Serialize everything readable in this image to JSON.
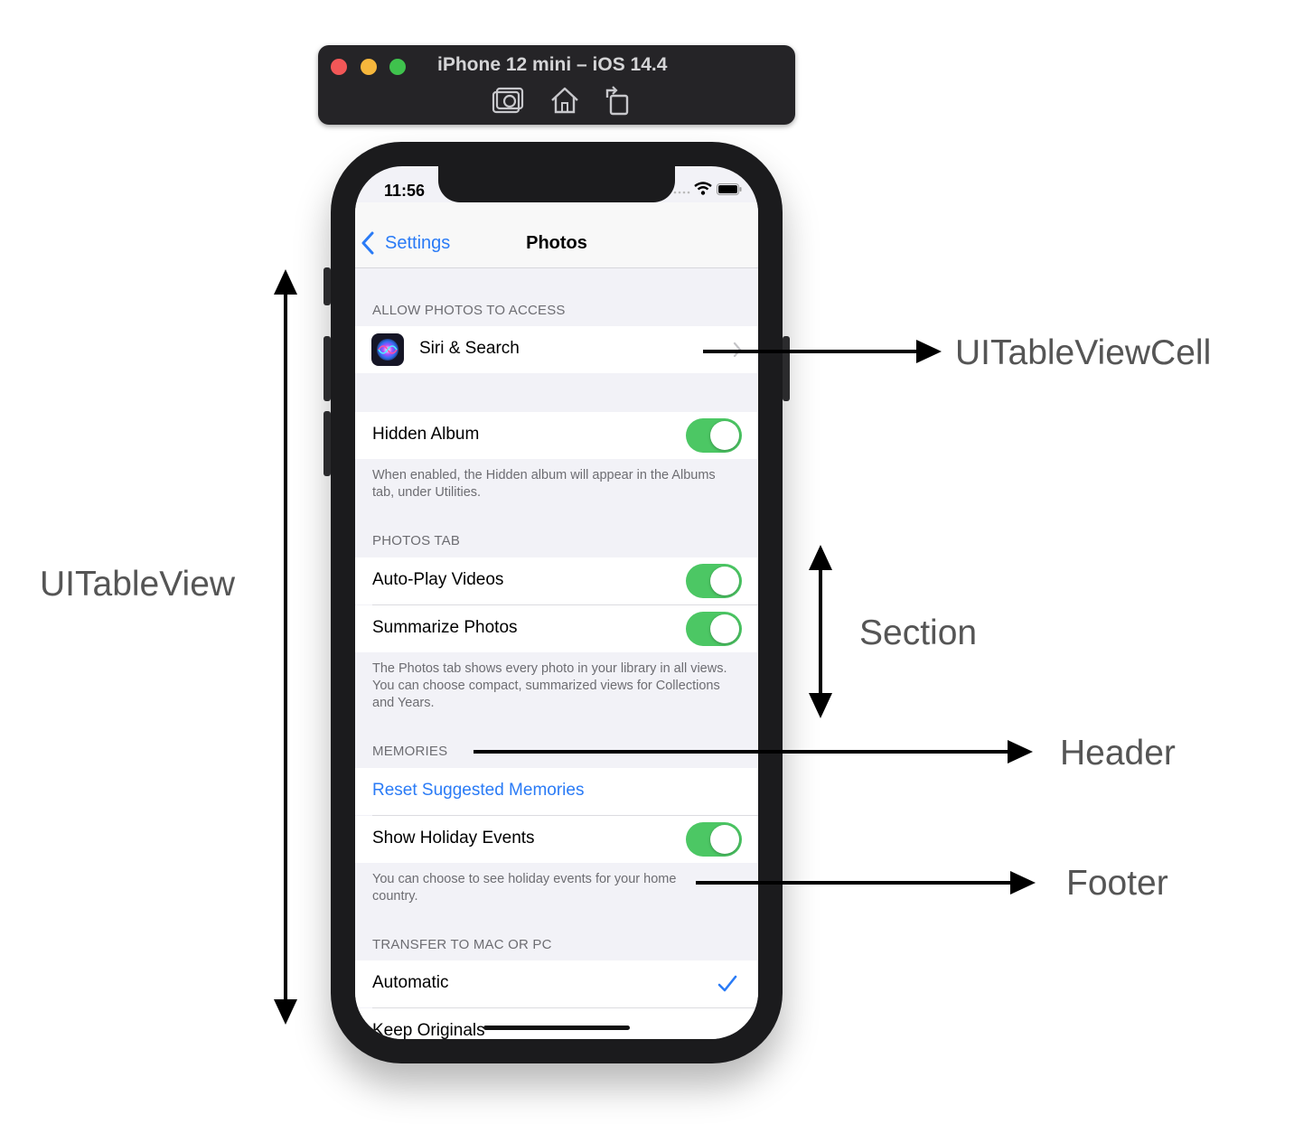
{
  "window": {
    "title": "iPhone 12 mini – iOS 14.4",
    "lights": [
      "#f25757",
      "#f6b73c",
      "#3fc24d"
    ],
    "icons": [
      "screenshot-icon",
      "home-icon",
      "rotate-icon"
    ]
  },
  "status": {
    "time": "11:56"
  },
  "nav": {
    "back_label": "Settings",
    "title": "Photos"
  },
  "accent": "#2a7bf6",
  "toggle_color": "#4cc764",
  "sections": {
    "access_header": "ALLOW PHOTOS TO ACCESS",
    "siri_label": "Siri & Search",
    "hidden_album_label": "Hidden Album",
    "hidden_footer": "When enabled, the Hidden album will appear in the Albums tab, under Utilities.",
    "photos_tab_header": "PHOTOS TAB",
    "autoplay_label": "Auto-Play Videos",
    "summarize_label": "Summarize Photos",
    "photos_tab_footer": "The Photos tab shows every photo in your library in all views. You can choose compact, summarized views for Collections and Years.",
    "memories_header": "MEMORIES",
    "reset_label": "Reset Suggested Memories",
    "holiday_label": "Show Holiday Events",
    "memories_footer": "You can choose to see holiday events for your home country.",
    "transfer_header": "TRANSFER TO MAC OR PC",
    "automatic_label": "Automatic",
    "keep_originals_label": "Keep Originals"
  },
  "toggles": {
    "hidden_album": true,
    "autoplay": true,
    "summarize": true,
    "holiday": true
  },
  "annotations": {
    "tableview": "UITableView",
    "cell": "UITableViewCell",
    "section": "Section",
    "header": "Header",
    "footer": "Footer"
  }
}
